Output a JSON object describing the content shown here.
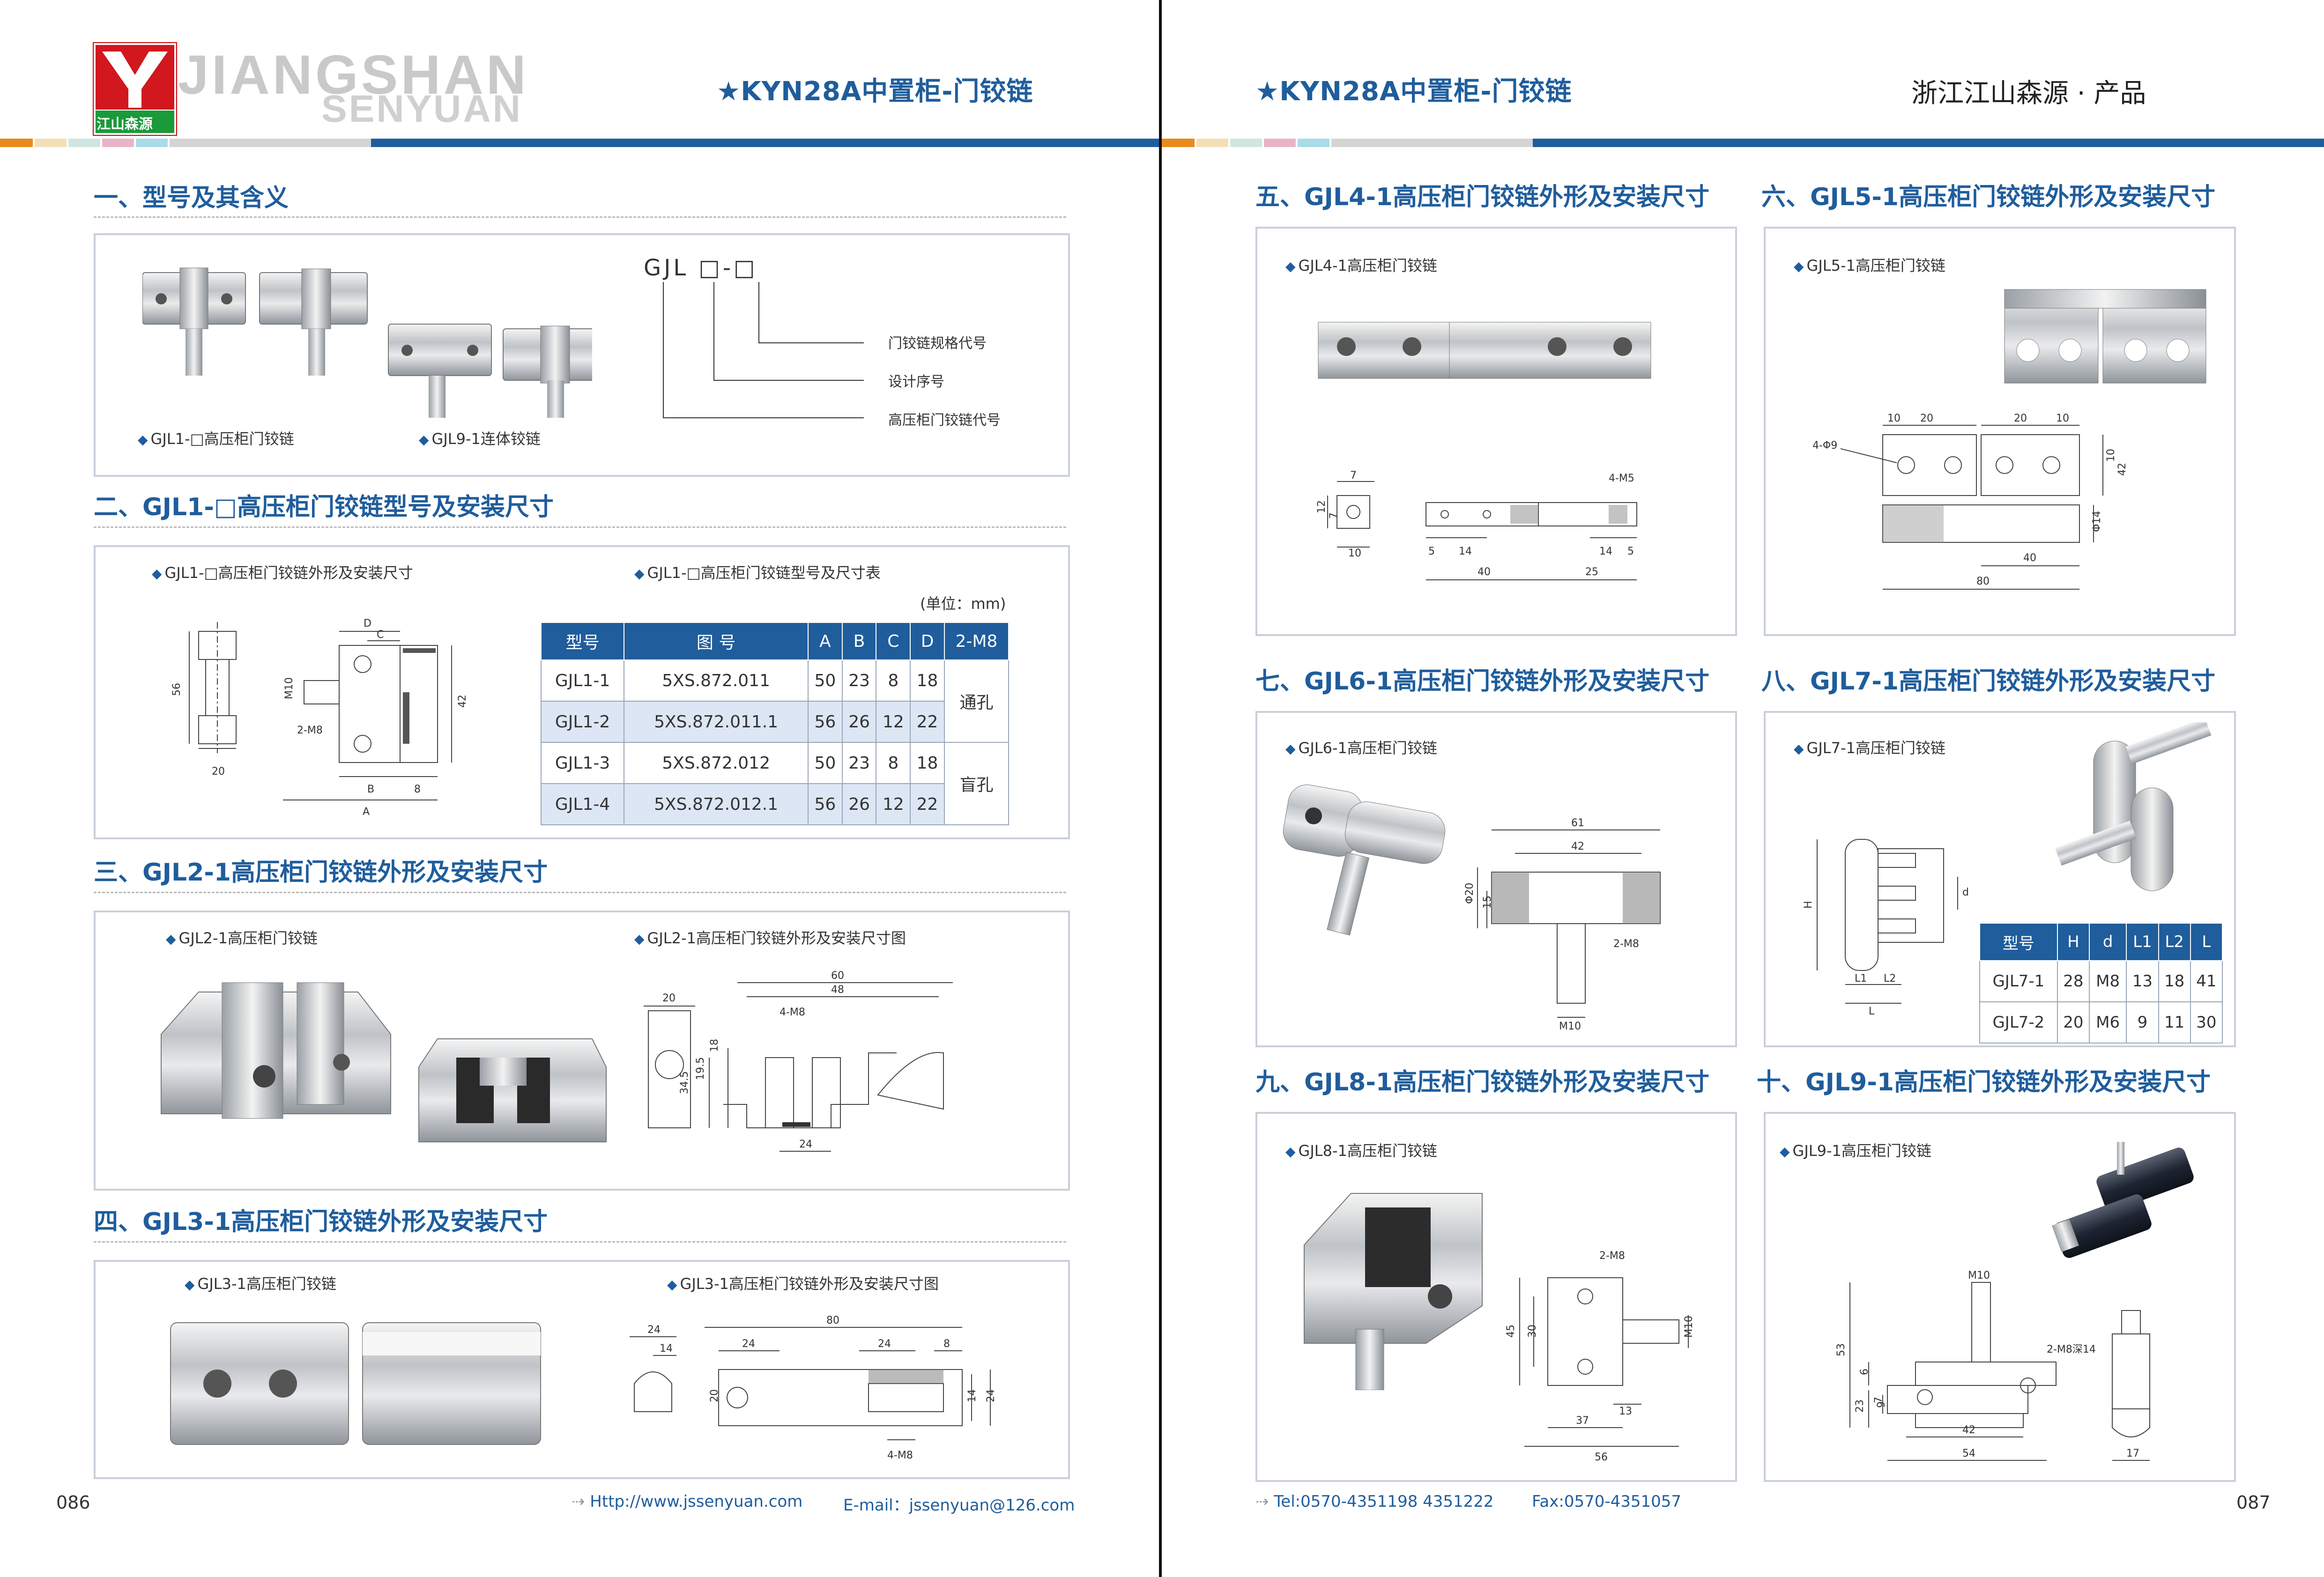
{
  "brand": {
    "name": "JIANGSHAN",
    "sub": "SENYUAN",
    "logo_cn": "江山森源"
  },
  "header": {
    "left_title": "★KYN28A中置柜-门铰链",
    "right_title": "★KYN28A中置柜-门铰链",
    "right_tag": "浙江江山森源 · 产品"
  },
  "colors": {
    "accent": "#1f5d9c",
    "stripe_orange": "#e98a1d",
    "panel_border": "#c8d0da"
  },
  "left": {
    "s1": {
      "title": "一、型号及其含义",
      "captions": [
        "GJL1-□高压柜门铰链",
        "GJL9-1连体铰链"
      ],
      "code": "GJL □-□",
      "meanings": [
        "门铰链规格代号",
        "设计序号",
        "高压柜门铰链代号"
      ]
    },
    "s2": {
      "title": "二、GJL1-□高压柜门铰链型号及安装尺寸",
      "cap_left": "GJL1-□高压柜门铰链外形及安装尺寸",
      "cap_right": "GJL1-□高压柜门铰链型号及尺寸表",
      "unit": "(单位：mm)",
      "table": {
        "headers": [
          "型号",
          "图  号",
          "A",
          "B",
          "C",
          "D",
          "2-M8"
        ],
        "rows": [
          [
            "GJL1-1",
            "5XS.872.011",
            "50",
            "23",
            "8",
            "18",
            "通孔"
          ],
          [
            "GJL1-2",
            "5XS.872.011.1",
            "56",
            "26",
            "12",
            "22",
            ""
          ],
          [
            "GJL1-3",
            "5XS.872.012",
            "50",
            "23",
            "8",
            "18",
            "盲孔"
          ],
          [
            "GJL1-4",
            "5XS.872.012.1",
            "56",
            "26",
            "12",
            "22",
            ""
          ]
        ]
      },
      "dims": [
        "D",
        "C",
        "56",
        "M10",
        "2-M8",
        "42",
        "20",
        "B",
        "8",
        "A"
      ]
    },
    "s3": {
      "title": "三、GJL2-1高压柜门铰链外形及安装尺寸",
      "cap_left": "GJL2-1高压柜门铰链",
      "cap_right": "GJL2-1高压柜门铰链外形及安装尺寸图",
      "dims": [
        "20",
        "60",
        "48",
        "4-M8",
        "18",
        "19.5",
        "34.5",
        "24"
      ]
    },
    "s4": {
      "title": "四、GJL3-1高压柜门铰链外形及安装尺寸",
      "cap_left": "GJL3-1高压柜门铰链",
      "cap_right": "GJL3-1高压柜门铰链外形及安装尺寸图",
      "dims": [
        "24",
        "14",
        "80",
        "24",
        "24",
        "8",
        "20",
        "14",
        "24",
        "4-M8"
      ]
    },
    "footer": {
      "page": "086",
      "url": "Http://www.jssenyuan.com",
      "email": "E-mail：jssenyuan@126.com"
    }
  },
  "right": {
    "s5": {
      "title": "五、GJL4-1高压柜门铰链外形及安装尺寸",
      "cap": "GJL4-1高压柜门铰链",
      "dims": [
        "7",
        "12",
        "7",
        "10",
        "4-M5",
        "5",
        "14",
        "14",
        "5",
        "40",
        "25"
      ]
    },
    "s6": {
      "title": "六、GJL5-1高压柜门铰链外形及安装尺寸",
      "cap": "GJL5-1高压柜门铰链",
      "dims": [
        "10",
        "20",
        "20",
        "10",
        "4-Φ9",
        "10",
        "42",
        "Φ14",
        "40",
        "80"
      ]
    },
    "s7": {
      "title": "七、GJL6-1高压柜门铰链外形及安装尺寸",
      "cap": "GJL6-1高压柜门铰链",
      "dims": [
        "61",
        "42",
        "Φ20",
        "15",
        "2-M8",
        "M10"
      ]
    },
    "s8": {
      "title": "八、GJL7-1高压柜门铰链外形及安装尺寸",
      "cap": "GJL7-1高压柜门铰链",
      "dims": [
        "H",
        "d",
        "L1",
        "L2",
        "L"
      ],
      "table": {
        "headers": [
          "型号",
          "H",
          "d",
          "L1",
          "L2",
          "L"
        ],
        "rows": [
          [
            "GJL7-1",
            "28",
            "M8",
            "13",
            "18",
            "41"
          ],
          [
            "GJL7-2",
            "20",
            "M6",
            "9",
            "11",
            "30"
          ]
        ]
      }
    },
    "s9": {
      "title": "九、GJL8-1高压柜门铰链外形及安装尺寸",
      "cap": "GJL8-1高压柜门铰链",
      "dims": [
        "2-M8",
        "45",
        "30",
        "M10",
        "13",
        "37",
        "56"
      ]
    },
    "s10": {
      "title": "十、GJL9-1高压柜门铰链外形及安装尺寸",
      "cap": "GJL9-1高压柜门铰链",
      "dims": [
        "M10",
        "2-M8深14",
        "53",
        "6",
        "7",
        "23",
        "9",
        "42",
        "54",
        "17"
      ]
    },
    "footer": {
      "page": "087",
      "tel": "Tel:0570-4351198  4351222",
      "fax": "Fax:0570-4351057"
    }
  }
}
